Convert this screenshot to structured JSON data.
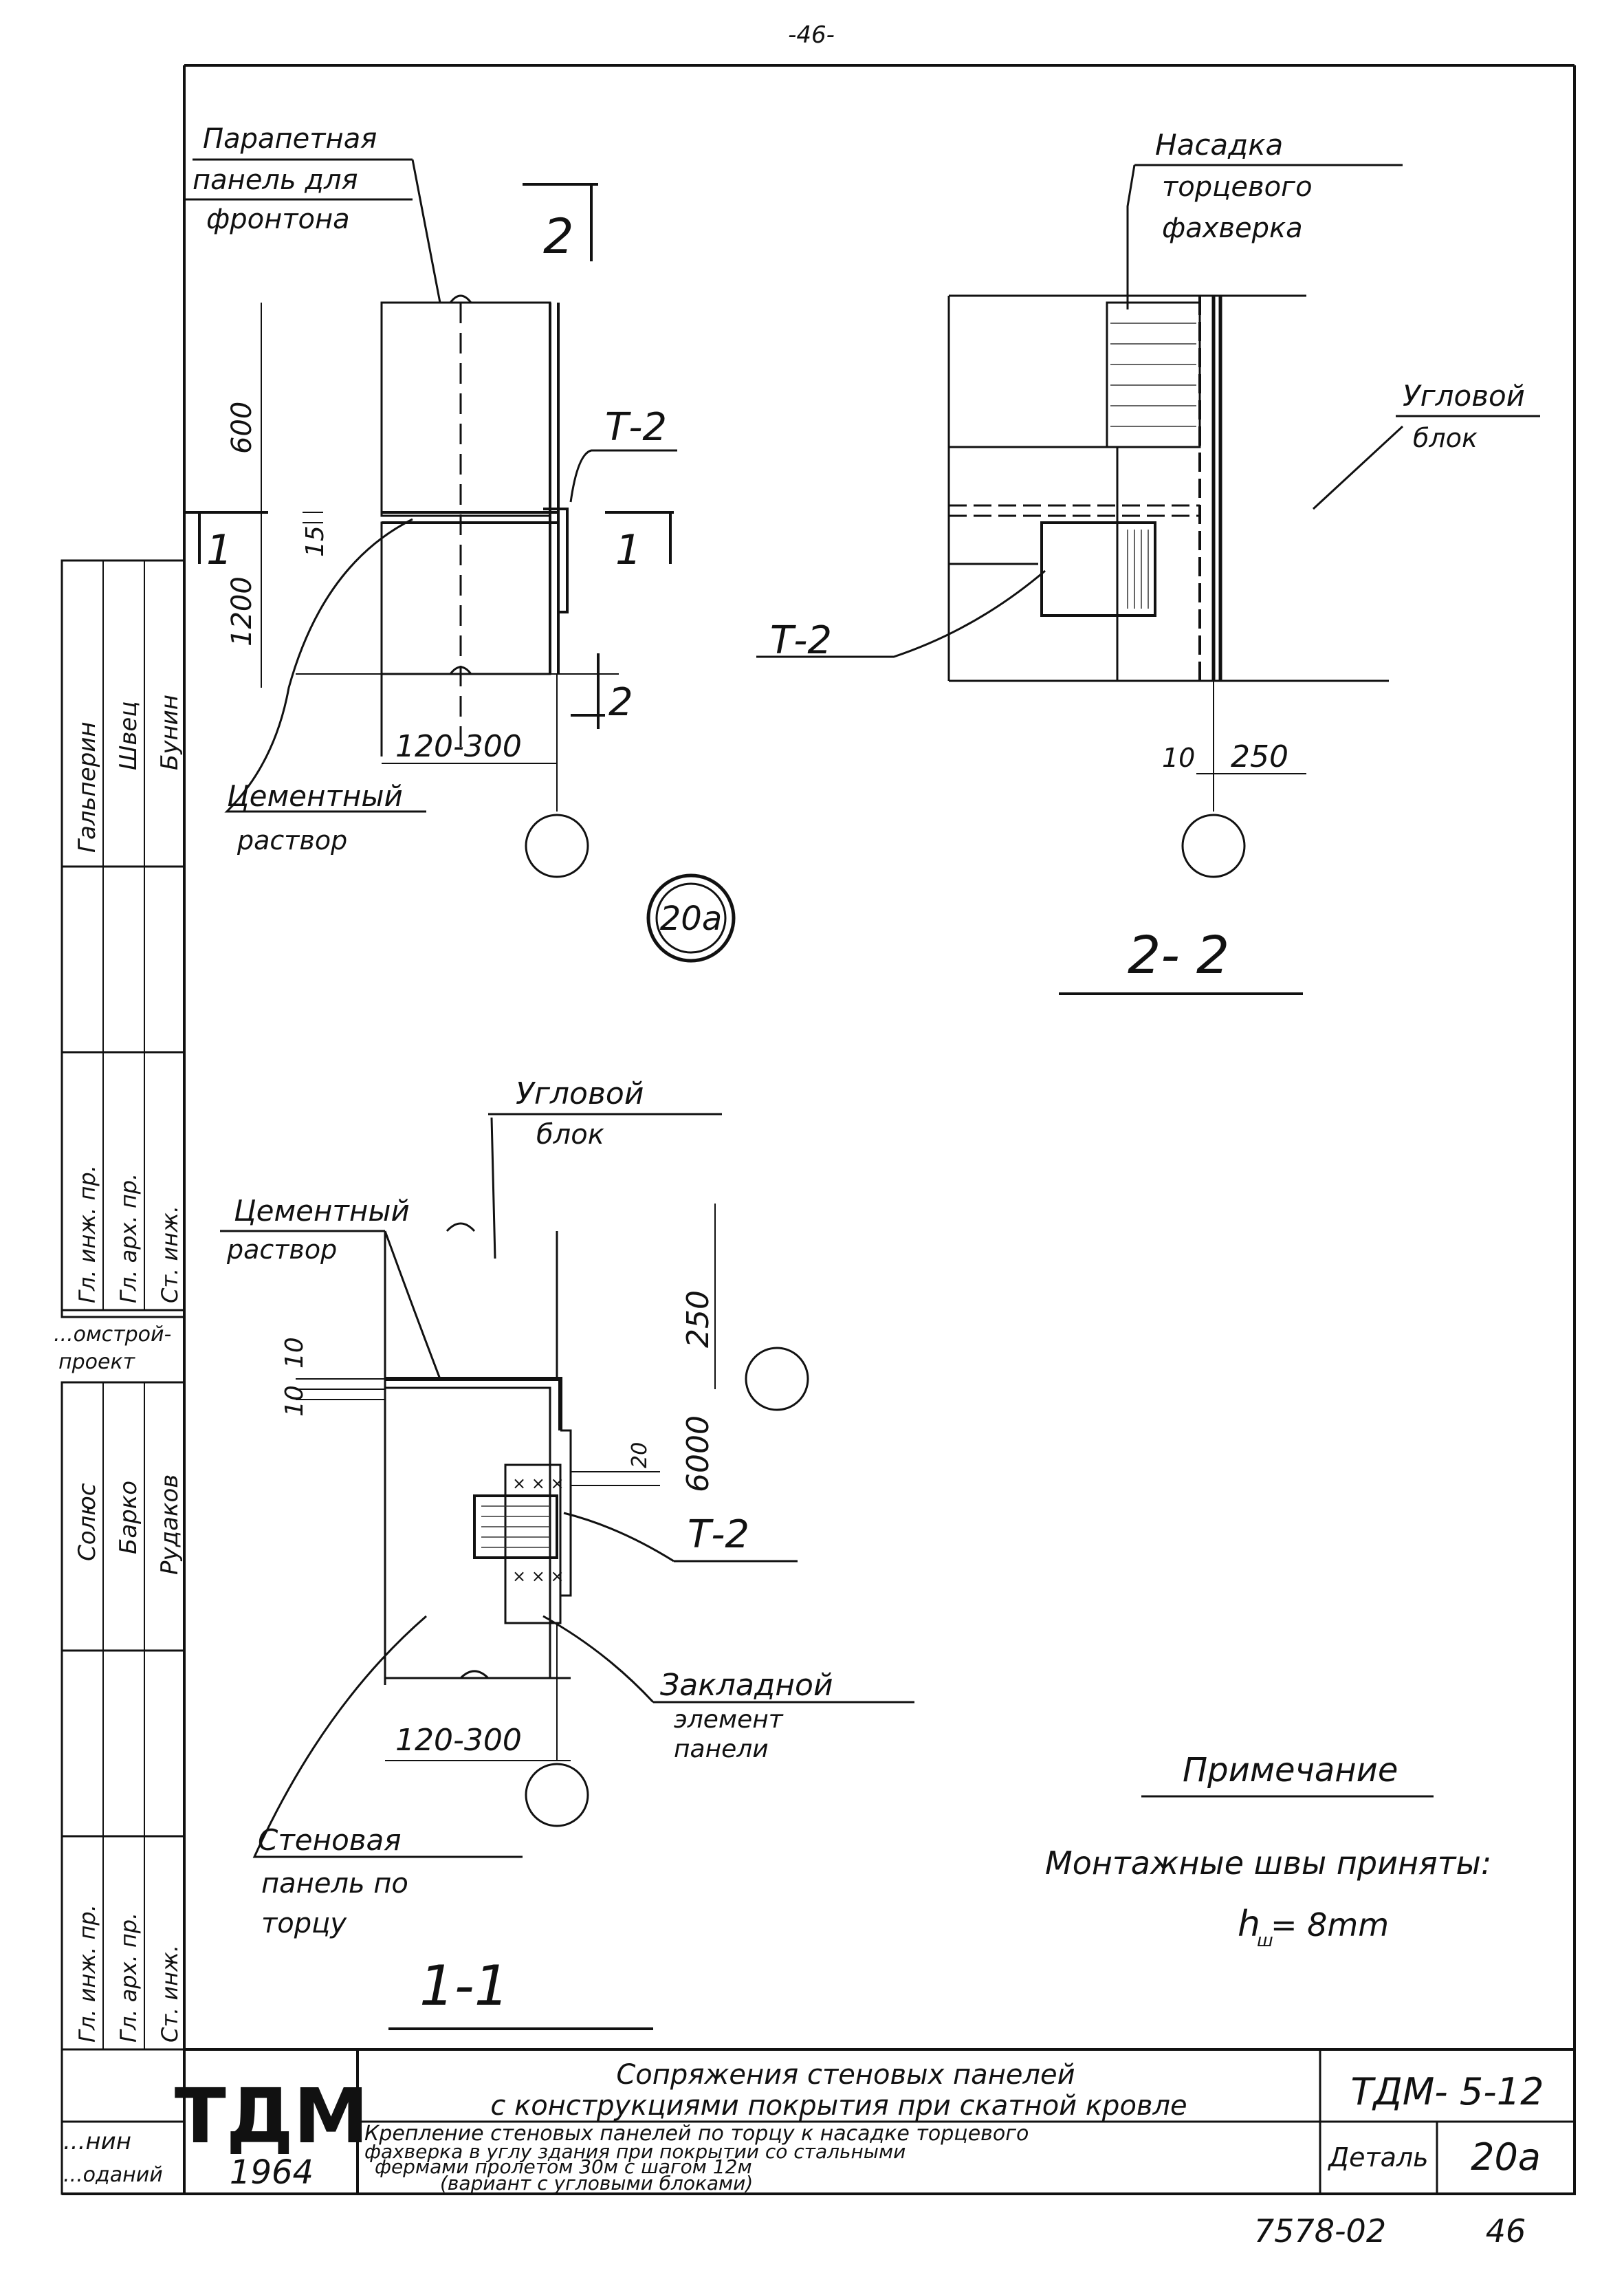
{
  "page_number_top": "-46-",
  "page_number_bottom": "46",
  "sheet_code": "7578-02",
  "view_1_1": {
    "callout_parapet": [
      "Парапетная",
      "панель для",
      "фронтона"
    ],
    "section_mark": "2",
    "cut_mark_left": "1",
    "cut_mark_right": "1",
    "dim_600": "600",
    "dim_1200": "1200",
    "dim_15": "15",
    "weld_t2": "Т-2",
    "dim_width": "120-300",
    "callout_mortar": [
      "Цементный",
      "раствор"
    ]
  },
  "view_2_2": {
    "callout_cap": [
      "Насадка",
      "торцевого",
      "фахверка"
    ],
    "callout_corner": [
      "Угловой",
      "блок"
    ],
    "weld_t2": "Т-2",
    "dim_10": "10",
    "dim_250": "250",
    "title": "2- 2"
  },
  "detail_marker": "20а",
  "view_section_1": {
    "callout_corner": [
      "Угловой",
      "блок"
    ],
    "callout_mortar": [
      "Цементный",
      "раствор"
    ],
    "dim_250": "250",
    "dim_6000": "6000",
    "dim_10a": "10",
    "dim_10b": "10",
    "dim_20": "20",
    "weld_t2": "Т-2",
    "callout_embed": [
      "Закладной",
      "элемент",
      "панели"
    ],
    "dim_width": "120-300",
    "callout_wall": [
      "Стеновая",
      "панель по",
      "торцу"
    ],
    "title": "1-1"
  },
  "note": {
    "heading": "Примечание",
    "line1": "Монтажные швы приняты:",
    "line2": "h",
    "line2_sub": "ш",
    "line2_tail": "= 8mm"
  },
  "side_stamp": {
    "upper_roles": [
      "Гл. инж. пр.",
      "Гл. арх. пр.",
      "Ст. инж."
    ],
    "upper_names": [
      "Гальперин",
      "Швец",
      "Бунин"
    ],
    "org": [
      "...омстрой-",
      "проект"
    ],
    "lower_roles": [
      "Гл. инж. пр.",
      "Гл. арх. пр.",
      "Ст. инж."
    ],
    "lower_names": [
      "Солюс",
      "Барко",
      "Рудаков"
    ]
  },
  "title_block": {
    "logo": "ТДМ",
    "year": "1964",
    "left_bottom": [
      "...нин",
      "...оданий"
    ],
    "title_line1": "Сопряжения стеновых панелей",
    "title_line2": "с конструкциями покрытия при скатной кровле",
    "code": "ТДМ- 5-12",
    "desc_line1": "Крепление стеновых панелей по торцу к насадке торцевого",
    "desc_line2": "фахверка в углу здания при покрытии со стальными",
    "desc_line3": "фермами пролетом 30м с шагом 12м",
    "desc_line4": "(вариант с угловыми блоками)",
    "detail_label": "Деталь",
    "detail_value": "20а"
  }
}
